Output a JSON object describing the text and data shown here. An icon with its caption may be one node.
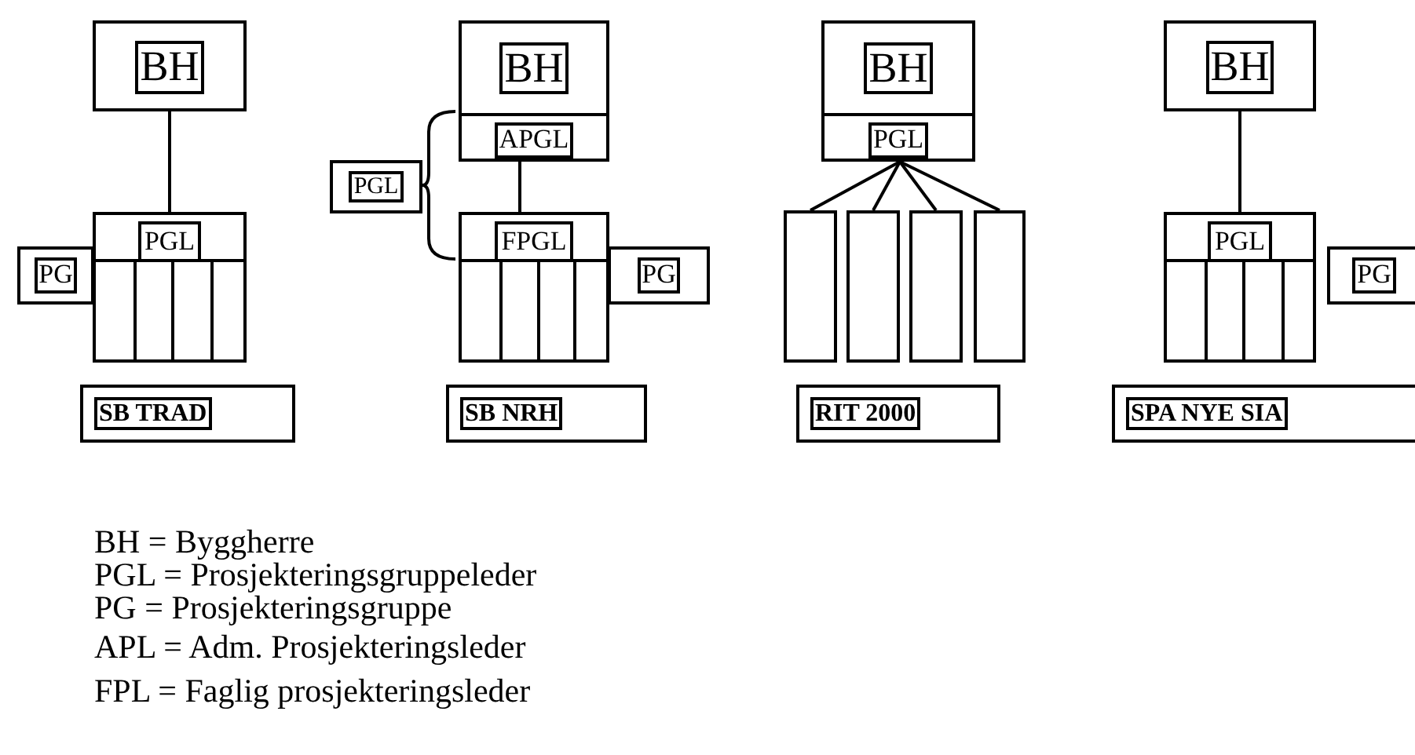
{
  "diagram": {
    "nodes": [
      {
        "text": [
          "BH"
        ]
      },
      {
        "text": [
          "PGL"
        ]
      },
      {
        "text": [
          "PG"
        ]
      },
      {
        "text": [
          "SB TRAD"
        ]
      },
      {
        "text": [
          "BH",
          "APGL"
        ]
      },
      {
        "text": [
          "FPGL"
        ]
      },
      {
        "text": [
          "PGL"
        ]
      },
      {
        "text": [
          "PG"
        ]
      },
      {
        "text": [
          "SB NRH"
        ]
      },
      {
        "text": [
          "BH",
          "PGL"
        ]
      },
      {
        "text": [],
        "shape": "box"
      },
      {
        "text": [],
        "shape": "box"
      },
      {
        "text": [],
        "shape": "box"
      },
      {
        "text": [],
        "shape": "box"
      },
      {
        "text": [
          "RIT 2000"
        ]
      },
      {
        "text": [
          "BH"
        ]
      },
      {
        "text": [
          "PGL"
        ]
      },
      {
        "text": [
          "PG"
        ]
      },
      {
        "text": [
          "SPA NYE SIA"
        ]
      }
    ],
    "edges": [
      {
        "from": 0,
        "to": 1,
        "arrow": "none"
      },
      {
        "from": 4,
        "to": 5,
        "arrow": "none"
      },
      {
        "from": 9,
        "to": 10,
        "arrow": "none"
      },
      {
        "from": 9,
        "to": 11,
        "arrow": "none"
      },
      {
        "from": 9,
        "to": 12,
        "arrow": "none"
      },
      {
        "from": 9,
        "to": 13,
        "arrow": "none"
      },
      {
        "from": 15,
        "to": 16,
        "arrow": "none"
      }
    ],
    "labels": [
      "BH = Byggherre",
      "PGL = Prosjekteringsgruppeleder",
      "PG = Prosjekteringsgruppe",
      "APL = Adm. Prosjekteringsleder",
      "FPL = Faglig prosjekteringsleder"
    ]
  }
}
